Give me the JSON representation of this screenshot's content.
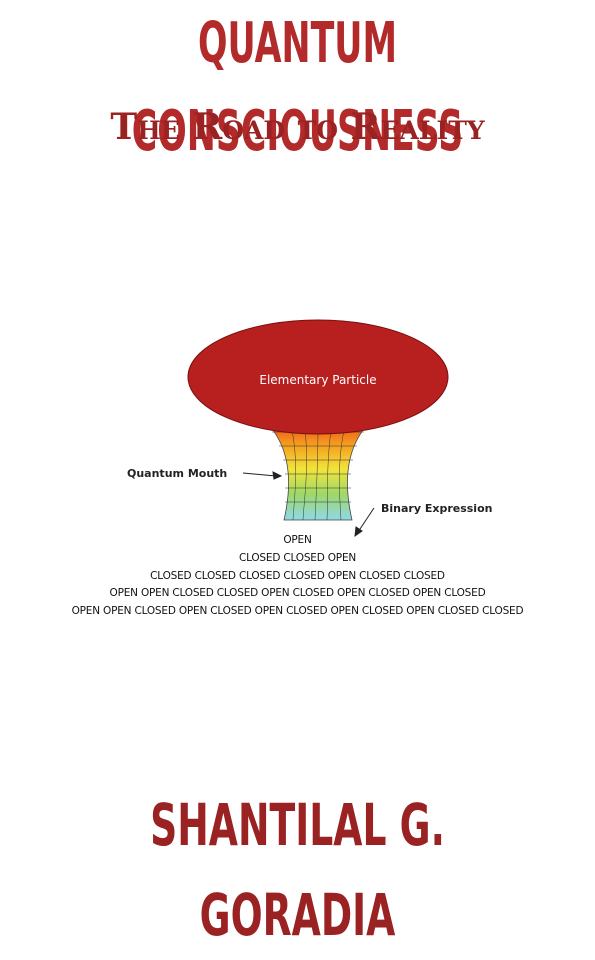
{
  "cover": {
    "title": "QUANTUM CONSCIOUSNESS",
    "subtitle": "The Road to Reality",
    "author": "SHANTILAL G. GORADIA"
  },
  "figure": {
    "particle_label": "Elementary Particle",
    "mouth_label": "Quantum Mouth",
    "binary_label": "Binary Expression",
    "sequence_lines": [
      "OPEN",
      "CLOSED CLOSED OPEN",
      "CLOSED CLOSED CLOSED CLOSED OPEN CLOSED CLOSED",
      "OPEN OPEN CLOSED CLOSED OPEN CLOSED OPEN CLOSED OPEN CLOSED",
      "OPEN OPEN CLOSED OPEN CLOSED OPEN CLOSED OPEN CLOSED OPEN CLOSED CLOSED"
    ]
  },
  "colors": {
    "title_red": "#b22a2a",
    "particle_red": "#b81f1f"
  }
}
